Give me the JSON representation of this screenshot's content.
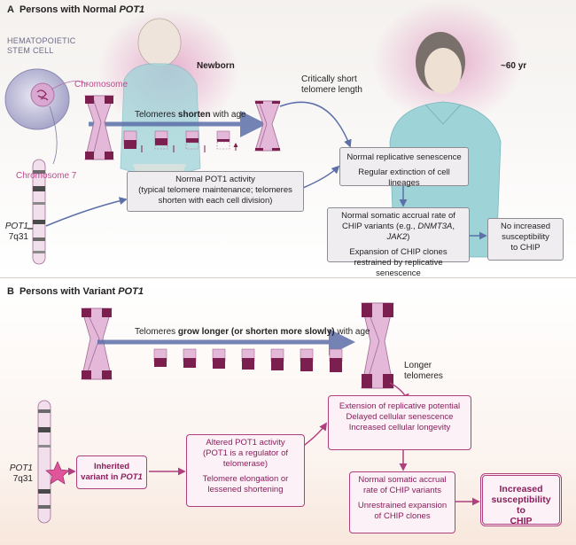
{
  "panel_a": {
    "letter": "A",
    "title_prefix": "Persons with Normal",
    "title_gene": "POT1",
    "stem_cell_label_1": "HEMATOPOIETIC",
    "stem_cell_label_2": "STEM CELL",
    "chromosome_label": "Chromosome",
    "newborn_label": "Newborn",
    "age_label": "~60 yr",
    "short_telomere_label_1": "Critically short",
    "short_telomere_label_2": "telomere length",
    "telomere_label_a": "Telomeres ",
    "telomere_label_b": "shorten",
    "telomere_label_c": " with age",
    "chromosome7_label": "Chromosome 7",
    "gene_label": "POT1",
    "locus_label": "7q31",
    "box_activity": {
      "line1": "Normal POT1 activity",
      "line2": "(typical telomere maintenance; telomeres",
      "line3": "shorten with each cell division)"
    },
    "box_senescence": {
      "line1": "Normal replicative senescence",
      "line2": "Regular extinction of cell lineages"
    },
    "box_chip": {
      "line1": "Normal somatic accrual rate of",
      "line2a": "CHIP variants (e.g., ",
      "line2b": "DNMT3A",
      "line2c": ", ",
      "line2d": "JAK2",
      "line2e": ")",
      "line3": "Expansion of CHIP clones",
      "line4": "restrained by replicative senescence"
    },
    "box_outcome": {
      "line1": "No increased",
      "line2": "susceptibility",
      "line3": "to CHIP"
    }
  },
  "panel_b": {
    "letter": "B",
    "title_prefix": "Persons with Variant",
    "title_gene": "POT1",
    "telomere_label_a": "Telomeres ",
    "telomere_label_b": "grow longer (or shorten more slowly)",
    "telomere_label_c": " with age",
    "longer_label_1": "Longer",
    "longer_label_2": "telomeres",
    "gene_label": "POT1",
    "locus_label": "7q31",
    "box_inherited": {
      "line1": "Inherited",
      "line2a": "variant in ",
      "line2b": "POT1"
    },
    "box_altered": {
      "line1": "Altered POT1 activity",
      "line2": "(POT1 is a regulator of",
      "line3": "telomerase)",
      "line4": "Telomere elongation or",
      "line5": "lessened shortening"
    },
    "box_extension": {
      "line1": "Extension of replicative potential",
      "line2": "Delayed cellular senescence",
      "line3": "Increased cellular longevity"
    },
    "box_chip": {
      "line1": "Normal somatic accrual",
      "line2": "rate of CHIP variants",
      "line3": "Unrestrained expansion",
      "line4": "of CHIP clones"
    },
    "box_outcome": {
      "line1": "Increased",
      "line2": "susceptibility to",
      "line3": "CHIP"
    }
  },
  "colors": {
    "chromosome_fill": "#e3b8d8",
    "telomere_fill": "#7b1f4f",
    "arrow_blue": "#5c6fa8",
    "arrow_pink": "#b03f7e",
    "gown": "#9ed3d8"
  }
}
